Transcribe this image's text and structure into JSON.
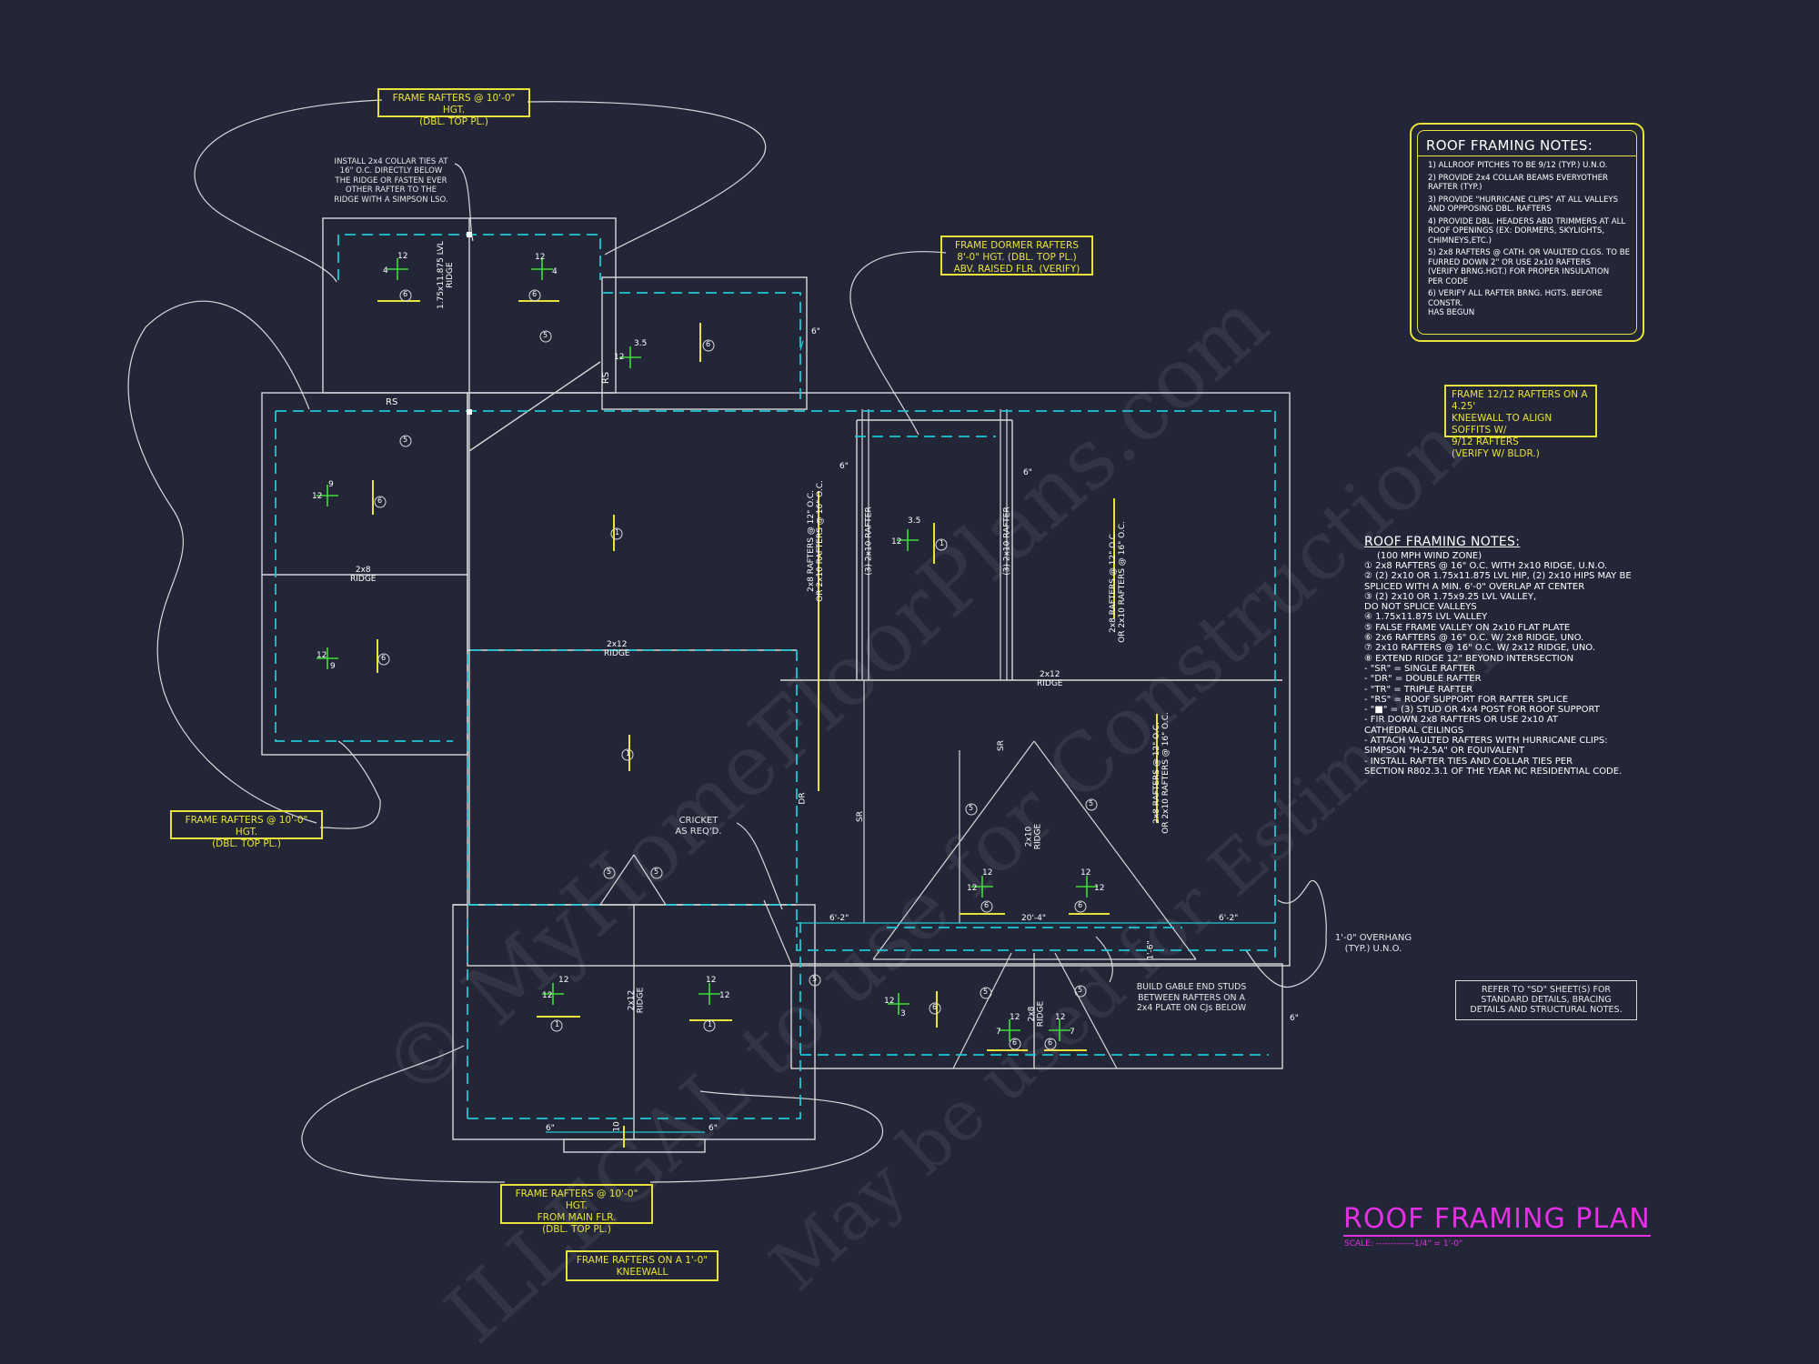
{
  "drawing_title": "ROOF FRAMING PLAN",
  "scale": "SCALE: -------------1/4\" = 1'-0\"",
  "watermarks": [
    "© MyHomeFloorPlans.com",
    "ILLEGAL to use for Construction",
    "May be used for Estimation"
  ],
  "callouts": {
    "top_frame": "FRAME RAFTERS @ 10'-0\" HGT.\n(DBL. TOP PL.)",
    "left_frame": "FRAME RAFTERS @ 10'-0\" HGT.\n(DBL. TOP PL.)",
    "dormer": "FRAME DORMER RAFTERS\n8'-0\" HGT. (DBL. TOP PL.)\nABV. RAISED FLR. (VERIFY)",
    "kneewall_425": "FRAME 12/12 RAFTERS ON A 4.25'\nKNEEWALL TO ALIGN SOFFITS W/\n9/12 RAFTERS\n(VERIFY W/ BLDR.)",
    "bottom_main": "FRAME RAFTERS @ 10'-0\" HGT.\nFROM MAIN FLR.\n(DBL. TOP PL.)",
    "bottom_kneewall": "FRAME RAFTERS ON A 1'-0\"\nKNEEWALL"
  },
  "annotations": {
    "collar_ties": "INSTALL 2x4 COLLAR TIES AT\n16\" O.C. DIRECTLY BELOW\nTHE RIDGE OR FASTEN EVER\nOTHER RAFTER TO THE\nRIDGE WITH A SIMPSON LSO.",
    "cricket": "CRICKET\nAS REQ'D.",
    "gable_studs": "BUILD GABLE END STUDS\nBETWEEN RAFTERS ON A\n2x4 PLATE ON CJs BELOW",
    "overhang": "1'-0\" OVERHANG\n(TYP.) U.N.O.",
    "refer": "REFER TO \"SD\" SHEET(S) FOR\nSTANDARD DETAILS, BRACING\nDETAILS AND STRUCTURAL NOTES."
  },
  "roof_notes_box": {
    "title": "ROOF FRAMING NOTES:",
    "items": [
      "1) ALLROOF PITCHES TO BE 9/12 (TYP.) U.N.O.",
      "2) PROVIDE 2x4 COLLAR BEAMS EVERYOTHER\n    RAFTER (TYP.)",
      "3) PROVIDE \"HURRICANE CLIPS\" AT ALL VALLEYS\n    AND OPPPOSING DBL. RAFTERS",
      "4) PROVIDE DBL. HEADERS ABD TRIMMERS AT ALL\n    ROOF OPENINGS (EX: DORMERS, SKYLIGHTS,\n    CHIMNEYS,ETC.)",
      "5) 2x8 RAFTERS @ CATH. OR VAULTED CLGS. TO BE\n    FURRED DOWN 2\" OR USE 2x10 RAFTERS\n    (VERIFY BRNG.HGT.) FOR PROPER INSULATION\n    PER CODE",
      "6) VERIFY ALL RAFTER BRNG. HGTS. BEFORE CONSTR.\n    HAS BEGUN"
    ]
  },
  "roof_notes_list": {
    "title": "ROOF FRAMING NOTES:",
    "subtitle": "(100 MPH WIND ZONE)",
    "items": [
      "① 2x8 RAFTERS @ 16\" O.C. WITH 2x10 RIDGE, U.N.O.",
      "② (2) 2x10 OR 1.75x11.875 LVL HIP, (2) 2x10 HIPS MAY BE\n     SPLICED WITH A MIN. 6'-0\" OVERLAP AT CENTER",
      "③ (2) 2x10 OR 1.75x9.25 LVL VALLEY,\n     DO NOT SPLICE VALLEYS",
      "④ 1.75x11.875 LVL VALLEY",
      "⑤ FALSE FRAME VALLEY ON 2x10 FLAT PLATE",
      "⑥ 2x6 RAFTERS @ 16\" O.C. W/ 2x8 RIDGE, UNO.",
      "⑦ 2x10 RAFTERS @ 16\" O.C. W/ 2x12 RIDGE, UNO.",
      "⑧ EXTEND RIDGE 12\" BEYOND INTERSECTION",
      "-  \"SR\" = SINGLE RAFTER",
      "-  \"DR\" = DOUBLE RAFTER",
      "-  \"TR\" = TRIPLE RAFTER",
      "-  \"RS\" = ROOF SUPPORT FOR RAFTER SPLICE",
      "-  \"■\" = (3) STUD OR 4x4 POST FOR ROOF SUPPORT",
      "-  FIR DOWN 2x8 RAFTERS OR USE 2x10 AT\n    CATHEDRAL CEILINGS",
      "-  ATTACH VAULTED RAFTERS WITH HURRICANE CLIPS:\n    SIMPSON \"H-2.5A\" OR EQUIVALENT",
      "-  INSTALL RAFTER TIES AND COLLAR TIES PER\n    SECTION R802.3.1 OF THE YEAR NC RESIDENTIAL CODE."
    ]
  },
  "plan_labels": {
    "rs_top": "RS",
    "rs_mid": "RS",
    "lvl_ridge": "1.75x11.875 LVL\nRIDGE",
    "ridge_2x8_left": "2x8\nRIDGE",
    "ridge_2x12_mid": "2x12\nRIDGE",
    "ridge_2x12_right": "2x12\nRIDGE",
    "ridge_2x12_bottom": "2x12\nRIDGE",
    "ridge_2x10": "2x10\nRIDGE",
    "ridge_2x8_bottom": "2x8\nRIDGE",
    "rafter_note_a": "2x8 RAFTERS @ 12\" O.C.\nOR 2x10 RAFTERS @ 16\" O.C.",
    "rafter_note_b": "2x8 RAFTERS @ 12\" O.C.\nOR 2x10 RAFTERS @ 16\" O.C.",
    "rafter_note_c": "2x8 RAFTERS @ 12\" O.C.\nOR 2x10 RAFTERS @ 16\" O.C.",
    "triple_rafter_left": "(3) 2x10 RAFTER",
    "triple_rafter_right": "(3) 2x10 RAFTER",
    "sr1": "SR",
    "sr2": "SR",
    "dr": "DR",
    "dim_6_2_left": "6'-2\"",
    "dim_20_4": "20'-4\"",
    "dim_6_2_right": "6'-2\"",
    "dim_1_6": "1'-6\"",
    "six_in": "6\"",
    "pitch_12": "12",
    "pitch_4": "4",
    "pitch_9": "9",
    "pitch_3": "3",
    "pitch_3_5": "3.5",
    "pitch_7": "7",
    "pitch_10": "10",
    "circ_1": "1",
    "circ_5": "5",
    "circ_6": "6"
  },
  "colors": {
    "background": "#232637",
    "line": "#d8d8d8",
    "cyan": "#21c6d4",
    "yellow": "#e8e23a",
    "green": "#3fdc3a",
    "magenta": "#e52fe6"
  }
}
